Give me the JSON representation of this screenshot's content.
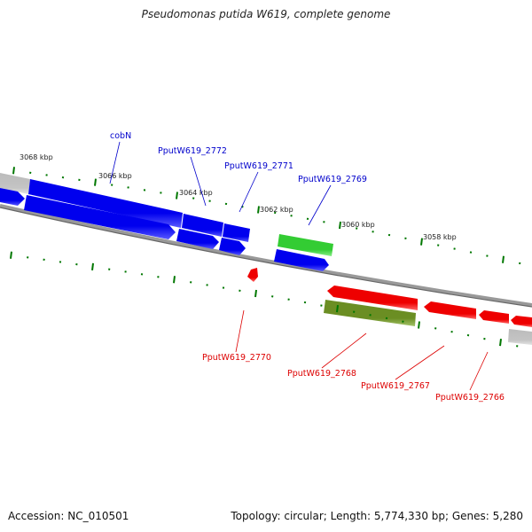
{
  "title": "Pseudomonas putida W619, complete genome",
  "footer": {
    "accession": "Accession: NC_010501",
    "summary": "Topology: circular; Length: 5,774,330 bp; Genes: 5,280"
  },
  "colors": {
    "forward_cds": "#0000ee",
    "reverse_cds": "#ee0000",
    "rna_gene": "#33cc33",
    "pseudo_gene": "#6b8e23",
    "other": "#bbbbbb",
    "backbone": "#888888",
    "ticks": "#007700"
  },
  "ruler_labels": [
    "3068 kbp",
    "3066 kbp",
    "3064 kbp",
    "3062 kbp",
    "3060 kbp",
    "3058 kbp"
  ],
  "gene_labels": {
    "forward": [
      "cobN",
      "PputW619_2772",
      "PputW619_2771",
      "PputW619_2769"
    ],
    "reverse": [
      "PputW619_2770",
      "PputW619_2768",
      "PputW619_2767",
      "PputW619_2766"
    ]
  }
}
